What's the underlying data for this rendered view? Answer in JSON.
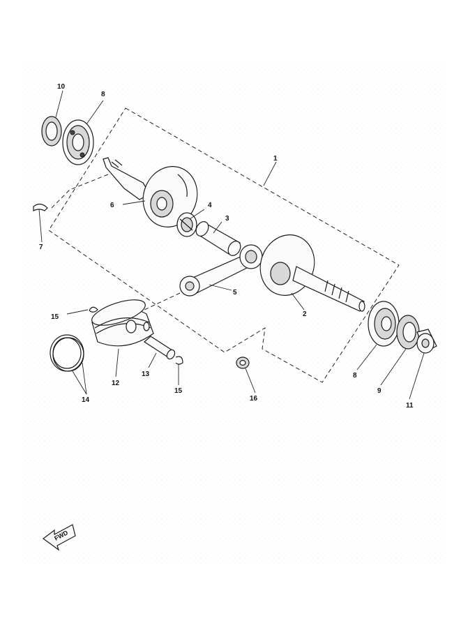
{
  "diagram": {
    "callouts": [
      "1",
      "2",
      "3",
      "4",
      "5",
      "6",
      "7",
      "8",
      "8",
      "9",
      "10",
      "11",
      "12",
      "13",
      "14",
      "15",
      "15",
      "16"
    ],
    "fwd_label": "FWD"
  }
}
